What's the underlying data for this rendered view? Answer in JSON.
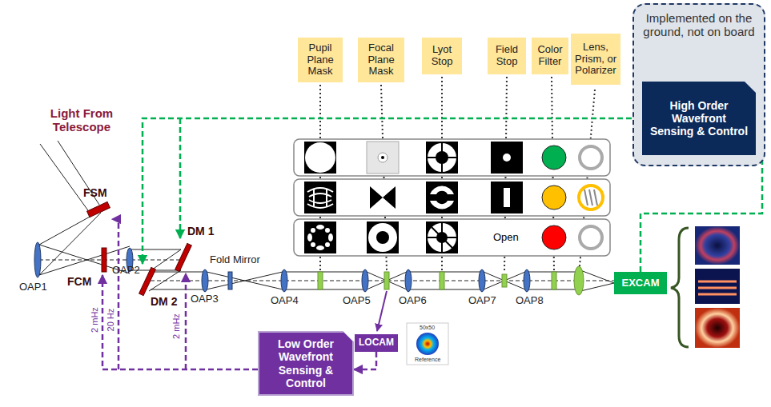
{
  "diagram": {
    "nodes": [
      {
        "text": [
          "Pupil Plane Mask"
        ]
      },
      {
        "text": [
          "Focal Plane Mask"
        ]
      },
      {
        "text": [
          "Lyot Stop"
        ]
      },
      {
        "text": [
          "Field Stop"
        ]
      },
      {
        "text": [
          "Color Filter"
        ]
      },
      {
        "text": [
          "Lens, Prism, or Polarizer"
        ]
      },
      {
        "text": [
          "Implemented on the ground, not on board"
        ]
      },
      {
        "text": [
          "High Order Wavefront Sensing & Control"
        ],
        "in": 6
      },
      {
        "text": [
          "EXCAM"
        ]
      },
      {
        "text": [
          "LOCAM"
        ]
      },
      {
        "text": [
          "Low Order Wavefront Sensing & Control"
        ]
      }
    ],
    "edges": [
      {
        "from": 8,
        "to": 7,
        "arrow": "to"
      },
      {
        "from": 9,
        "to": 10,
        "arrow": "to"
      }
    ],
    "labels": [
      "Light From Telescope",
      "FSM",
      "FCM",
      "OAP1",
      "OAP2",
      "DM 1",
      "DM 2",
      "OAP3",
      "Fold Mirror",
      "OAP4",
      "OAP5",
      "OAP6",
      "OAP7",
      "OAP8",
      "Open",
      "2 mHz",
      "20 Hz",
      "2 mHz",
      "50x50",
      "Reference"
    ]
  }
}
